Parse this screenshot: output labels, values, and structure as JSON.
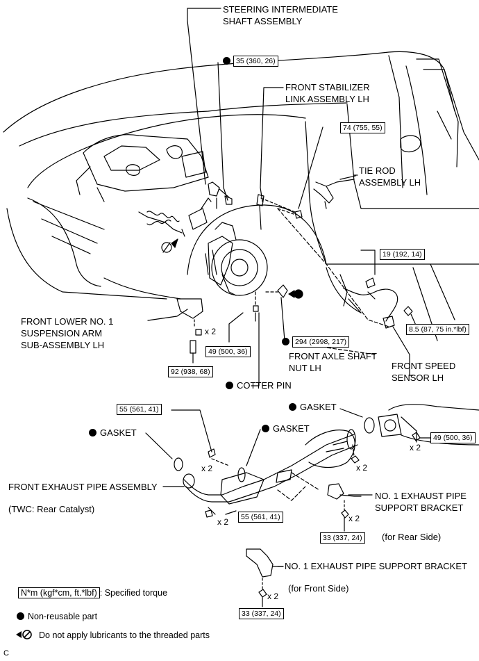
{
  "labels": {
    "steering_shaft": "STEERING INTERMEDIATE\nSHAFT ASSEMBLY",
    "stabilizer_link": "FRONT STABILIZER\nLINK ASSEMBLY LH",
    "tie_rod": "TIE ROD\nASSEMBLY LH",
    "lower_arm": "FRONT LOWER NO. 1\nSUSPENSION ARM\nSUB-ASSEMBLY LH",
    "axle_nut": "FRONT AXLE SHAFT\nNUT LH",
    "speed_sensor": "FRONT SPEED\nSENSOR LH",
    "cotter_pin": "COTTER PIN",
    "gasket": "GASKET",
    "exhaust_pipe": "FRONT EXHAUST PIPE ASSEMBLY",
    "twc": "(TWC: Rear Catalyst)",
    "bracket_rear": "NO. 1 EXHAUST PIPE\nSUPPORT BRACKET",
    "for_rear": "(for Rear Side)",
    "bracket_front": "NO. 1 EXHAUST PIPE SUPPORT BRACKET",
    "for_front": "(for Front Side)"
  },
  "torques": {
    "t35": "35 (360, 26)",
    "t74": "74 (755, 55)",
    "t19": "19 (192, 14)",
    "t85": "8.5 (87, 75 in.*lbf)",
    "t294": "294 (2998, 217)",
    "t49a": "49 (500, 36)",
    "t92": "92 (938, 68)",
    "t55a": "55 (561, 41)",
    "t55b": "55 (561, 41)",
    "t49b": "49 (500, 36)",
    "t33a": "33 (337, 24)",
    "t33b": "33 (337, 24)"
  },
  "multipliers": {
    "m1": "x 2",
    "m2": "x 2",
    "m3": "x 2",
    "m4": "x 2",
    "m5": "x 2",
    "m6": "x 2",
    "m7": "x 2"
  },
  "legend": {
    "torque_unit": "N*m (kgf*cm, ft.*lbf)",
    "torque_text": ": Specified torque",
    "nonreusable": "Non-reusable part",
    "no_lube": "Do not apply lubricants to the threaded parts"
  },
  "corner_mark": "C"
}
